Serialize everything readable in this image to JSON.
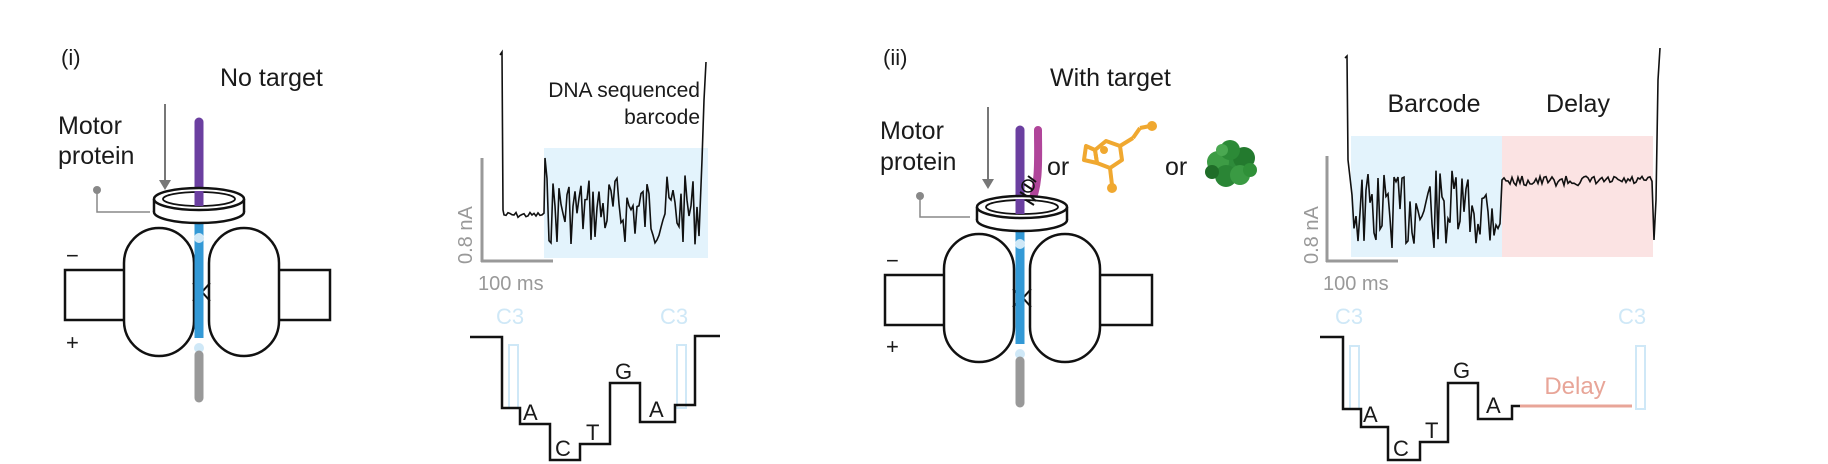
{
  "panel_i": {
    "label": "(i)",
    "title": "No target",
    "motor_label_line1": "Motor",
    "motor_label_line2": "protein",
    "minus": "−",
    "plus": "+",
    "trace_label_line1": "DNA sequenced",
    "trace_label_line2": "barcode",
    "scale_y": "0.8 nA",
    "scale_x": "100 ms",
    "c3_left": "C3",
    "c3_right": "C3",
    "bases": [
      "A",
      "C",
      "T",
      "G",
      "A"
    ]
  },
  "panel_ii": {
    "label": "(ii)",
    "title": "With target",
    "motor_label_line1": "Motor",
    "motor_label_line2": "protein",
    "minus": "−",
    "plus": "+",
    "or1": "or",
    "or2": "or",
    "region_barcode": "Barcode",
    "region_delay": "Delay",
    "scale_y": "0.8 nA",
    "scale_x": "100 ms",
    "c3_left": "C3",
    "c3_right": "C3",
    "bases": [
      "A",
      "C",
      "T",
      "G",
      "A"
    ],
    "delay_label": "Delay"
  },
  "colors": {
    "purple_dna": "#6b3fa0",
    "blue_dna": "#3399d6",
    "magenta_aptamer": "#b0459a",
    "small_molecule": "#f0a830",
    "protein": "#2e8b3a",
    "barcode_bg": "#e3f3fc",
    "delay_bg": "#fbe3e3",
    "c3_color": "#cfe8f7",
    "delay_color": "#e8a598",
    "scale_gray": "#999999"
  }
}
